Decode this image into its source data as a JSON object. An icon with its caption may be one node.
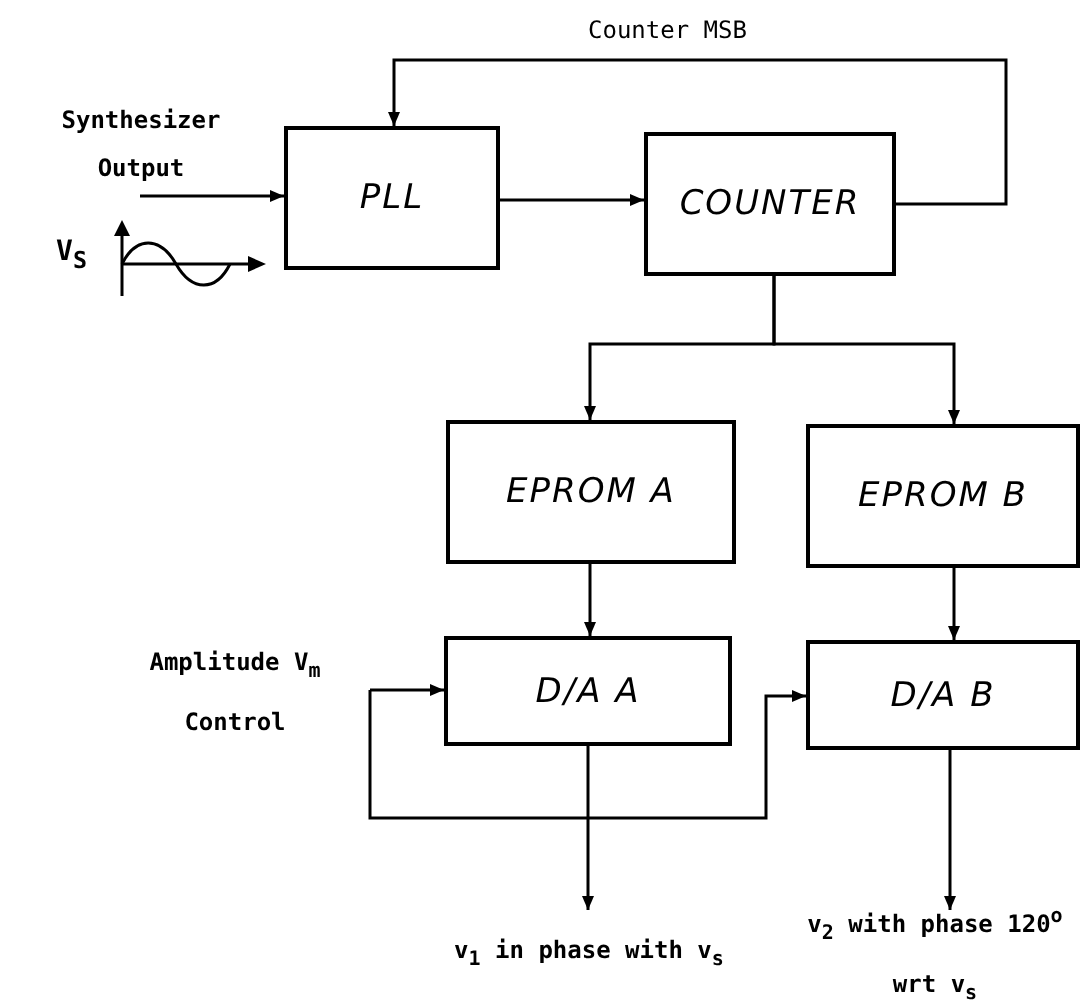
{
  "diagram": {
    "nodes": [
      {
        "text": [
          "Synthesizer Output"
        ]
      },
      {
        "text": [
          "PLL"
        ]
      },
      {
        "text": [
          "COUNTER"
        ]
      },
      {
        "text": [
          "EPROM A"
        ]
      },
      {
        "text": [
          "EPROM B"
        ]
      },
      {
        "text": [
          "D/A A"
        ]
      },
      {
        "text": [
          "D/A B"
        ]
      },
      {
        "text": [
          "Amplitude V$_{m}$ Control"
        ]
      },
      {
        "text": [
          "v$_{1}$ in phase with v$_{s}$"
        ]
      },
      {
        "text": [
          "v$_{2}$ with phase 120$^{o}$ wrt v$_{s}$"
        ]
      }
    ],
    "edges": [
      {
        "from": 0,
        "to": 1,
        "arrow": "to"
      },
      {
        "from": 1,
        "to": 2,
        "arrow": "to"
      },
      {
        "from": 2,
        "to": 1,
        "arrow": "to",
        "label": "Counter MSB"
      },
      {
        "from": 2,
        "to": 3,
        "arrow": "to"
      },
      {
        "from": 2,
        "to": 4,
        "arrow": "to"
      },
      {
        "from": 3,
        "to": 5,
        "arrow": "to"
      },
      {
        "from": 4,
        "to": 6,
        "arrow": "to"
      },
      {
        "from": 7,
        "to": 5,
        "arrow": "to"
      },
      {
        "from": 7,
        "to": 6,
        "arrow": "to"
      },
      {
        "from": 5,
        "to": 8,
        "arrow": "to"
      },
      {
        "from": 6,
        "to": 9,
        "arrow": "to"
      }
    ],
    "labels": [
      "V$_{S}$"
    ]
  }
}
